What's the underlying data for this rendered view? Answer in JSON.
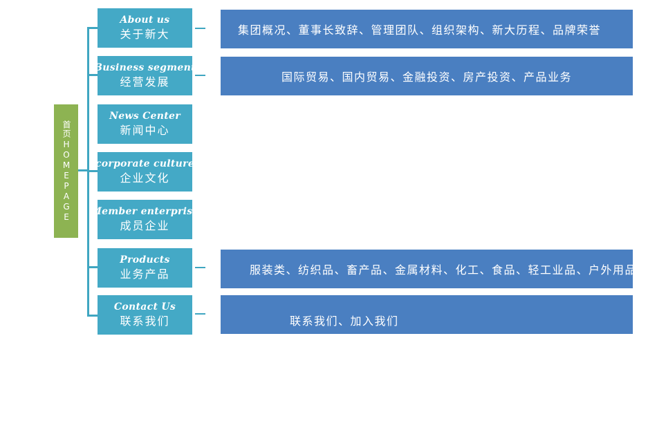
{
  "root": {
    "zh": "首页",
    "en": "HOMEPAGE"
  },
  "nav": [
    {
      "en": "About us",
      "zh": "关于新大"
    },
    {
      "en": "Business segment",
      "zh": "经营发展"
    },
    {
      "en": "News Center",
      "zh": "新闻中心"
    },
    {
      "en": "corporate culture",
      "zh": "企业文化"
    },
    {
      "en": "Member enterprise",
      "zh": "成员企业"
    },
    {
      "en": "Products",
      "zh": "业务产品"
    },
    {
      "en": "Contact Us",
      "zh": "联系我们"
    }
  ],
  "details": {
    "about": "集团概况、董事长致辞、管理团队、组织架构、新大历程、品牌荣誉",
    "business": "国际贸易、国内贸易、金融投资、房产投资、产品业务",
    "products": "服装类、纺织品、畜产品、金属材料、化工、食品、轻工业品、户外用品",
    "contact": "联系我们、加入我们"
  },
  "colors": {
    "root": "#8db352",
    "nav": "#44a9c6",
    "detail": "#4a7fc1",
    "connector": "#3fa6c1"
  }
}
